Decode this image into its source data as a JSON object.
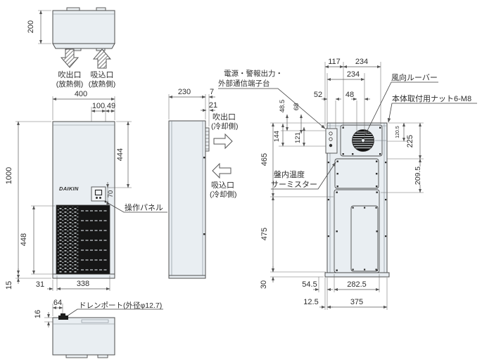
{
  "diagram": {
    "top_view": {
      "dim_depth": "200",
      "outlet_label": "吹出口",
      "outlet_side": "(放熱側)",
      "inlet_label": "吸込口",
      "inlet_side": "(放熱側)"
    },
    "front_view": {
      "dim_width": "400",
      "dim_100": "100",
      "dim_49": "49",
      "dim_height": "1000",
      "dim_444": "444",
      "dim_70": "70",
      "dim_448": "448",
      "dim_15": "15",
      "dim_31": "31",
      "dim_338": "338",
      "brand": "DAIKIN",
      "panel_label": "操作パネル"
    },
    "bottom_view": {
      "dim_64": "64",
      "dim_16": "16",
      "drain_label": "ドレンポート(外径φ12.7)"
    },
    "side_view": {
      "dim_230": "230",
      "dim_7": "7",
      "dim_21": "21",
      "outlet_label": "吹出口",
      "outlet_side": "(冷却側)",
      "inlet_label": "吸込口",
      "inlet_side": "(冷却側)"
    },
    "rear_view": {
      "dim_117": "117",
      "dim_234_outer": "234",
      "dim_234_center": "234",
      "dim_52": "52",
      "dim_48": "48",
      "dim_48_5": "48.5",
      "dim_68": "68",
      "dim_144": "144",
      "dim_121": "121",
      "dim_120_5": "120.5",
      "dim_225": "225",
      "dim_209_5": "209.5",
      "dim_465": "465",
      "dim_475": "475",
      "dim_30": "30",
      "dim_54_5": "54.5",
      "dim_282_5": "282.5",
      "dim_12_5": "12.5",
      "dim_375": "375",
      "power_label_line1": "電源・警報出力・",
      "power_label_line2": "外部通信端子台",
      "louver_label": "風向ルーバー",
      "nut_label": "本体取付用ナット6-M8",
      "thermistor_label_line1": "盤内温度",
      "thermistor_label_line2": "サーミスター"
    }
  },
  "colors": {
    "body_fill": "#e9eef2",
    "outline": "#4d4d4d",
    "dim_line": "#5a5a5a",
    "grille": "#161616",
    "logo": "#1b3a66"
  }
}
